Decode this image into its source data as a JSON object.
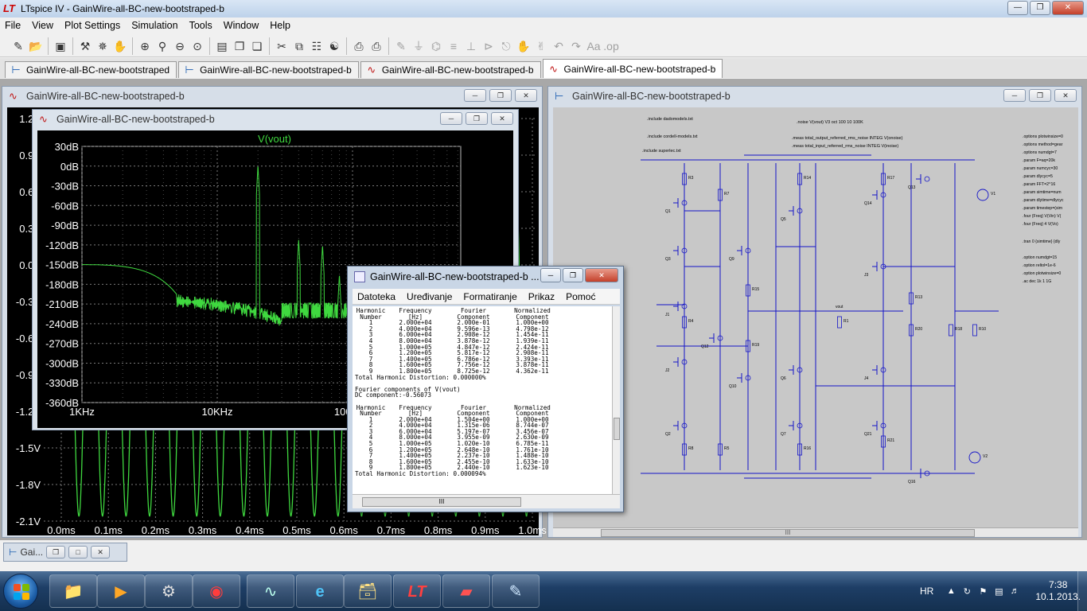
{
  "window": {
    "title": "LTspice IV - GainWire-all-BC-new-bootstraped-b",
    "minimize": "—",
    "maximize": "❐",
    "close": "✕"
  },
  "menu": [
    "File",
    "View",
    "Plot Settings",
    "Simulation",
    "Tools",
    "Window",
    "Help"
  ],
  "toolbar_icons": [
    "new-schematic-icon",
    "open-icon",
    "save-icon",
    "control-panel-icon",
    "run-icon",
    "halt-icon",
    "zoom-in-icon",
    "zoom-pan-icon",
    "zoom-out-icon",
    "zoom-fit-icon",
    "tile-h-icon",
    "cascade-icon",
    "close-all-icon",
    "cut-icon",
    "copy-icon",
    "find-icon",
    "binoculars-icon",
    "print-setup-icon",
    "print-icon",
    "wire-icon",
    "ground-icon",
    "label-icon",
    "resistor-icon",
    "capacitor-icon",
    "diode-icon",
    "component-icon",
    "move-icon",
    "drag-icon",
    "undo-icon",
    "redo-icon",
    "text-icon",
    "spice-directive-icon"
  ],
  "doc_tabs": [
    {
      "label": "GainWire-all-BC-new-bootstraped",
      "type": "schematic"
    },
    {
      "label": "GainWire-all-BC-new-bootstraped-b",
      "type": "schematic"
    },
    {
      "label": "GainWire-all-BC-new-bootstraped-b",
      "type": "plot"
    },
    {
      "label": "GainWire-all-BC-new-bootstraped-b",
      "type": "plot"
    }
  ],
  "left_plot": {
    "title": "GainWire-all-BC-new-bootstraped-b",
    "y_ticks": [
      "1.2V",
      "0.9V",
      "0.6V",
      "0.3V",
      "0.0V",
      "-0.3V",
      "-0.6V",
      "-0.9V",
      "-1.2V",
      "-1.5V",
      "-1.8V",
      "-2.1V"
    ],
    "x_ticks": [
      "0.0ms",
      "0.1ms",
      "0.2ms",
      "0.3ms",
      "0.4ms",
      "0.5ms",
      "0.6ms",
      "0.7ms",
      "0.8ms",
      "0.9ms",
      "1.0ms"
    ]
  },
  "fft_plot": {
    "title": "GainWire-all-BC-new-bootstraped-b",
    "trace": "V(vout)",
    "y_ticks": [
      "30dB",
      "0dB",
      "-30dB",
      "-60dB",
      "-90dB",
      "-120dB",
      "-150dB",
      "-180dB",
      "-210dB",
      "-240dB",
      "-270dB",
      "-300dB",
      "-330dB",
      "-360dB"
    ],
    "x_ticks": [
      "1KHz",
      "10KHz",
      "100KHz"
    ]
  },
  "schematic": {
    "title": "GainWire-all-BC-new-bootstraped-b",
    "directives": [
      ".include dadomodels.txt",
      ".include cordell-models.txt",
      ".include superlec.txt",
      ".noise V(vout) V3 oct 100 10 100K",
      ".meas total_output_referred_rms_noise INTEG V(onoise)",
      ".meas total_input_referred_rms_noise INTEG V(inoise)"
    ],
    "options": [
      ".options plotwinsize=0",
      ".options method=gear",
      ".options numdgt=7",
      ".param F=aq=20k",
      ".param numcyc=30",
      ".param dlycyc=5",
      ".param FFT=2^16",
      ".param simtime=num",
      ".param dlytime=dlycyc",
      ".param timestep=(sim",
      ".four {Freq} V(Vin) V(",
      ".four {Freq} 4 V(Vo)",
      ".tran 0 {simtime} {dly",
      ".option numdgt=15",
      ".option reltol=1e-6",
      ".option plotwinsize=0",
      ".ac dec 1k 1 1G"
    ]
  },
  "fourier": {
    "title": "GainWire-all-BC-new-bootstraped-b ...",
    "menu": [
      "Datoteka",
      "Uređivanje",
      "Formatiranje",
      "Prikaz",
      "Pomoć"
    ],
    "header1": [
      "Harmonic",
      "Frequency",
      "Fourier",
      "Normalized"
    ],
    "header2": [
      "Number",
      "[Hz]",
      "Component",
      "Component"
    ],
    "table1": [
      [
        "1",
        "2.000e+04",
        "2.000e-01",
        "1.000e+00"
      ],
      [
        "2",
        "4.000e+04",
        "9.596e-13",
        "4.798e-12"
      ],
      [
        "3",
        "6.000e+04",
        "2.908e-12",
        "1.454e-11"
      ],
      [
        "4",
        "8.000e+04",
        "3.878e-12",
        "1.939e-11"
      ],
      [
        "5",
        "1.000e+05",
        "4.847e-12",
        "2.424e-11"
      ],
      [
        "6",
        "1.200e+05",
        "5.817e-12",
        "2.908e-11"
      ],
      [
        "7",
        "1.400e+05",
        "6.786e-12",
        "3.393e-11"
      ],
      [
        "8",
        "1.600e+05",
        "7.756e-12",
        "3.878e-11"
      ],
      [
        "9",
        "1.800e+05",
        "8.725e-12",
        "4.362e-11"
      ]
    ],
    "thd1": "Total Harmonic Distortion: 0.000000%",
    "components_title": "Fourier components of V(vout)",
    "dc_component": "DC component:-0.56073",
    "table2": [
      [
        "1",
        "2.000e+04",
        "1.504e+00",
        "1.000e+00"
      ],
      [
        "2",
        "4.000e+04",
        "1.315e-06",
        "8.744e-07"
      ],
      [
        "3",
        "6.000e+04",
        "5.197e-07",
        "3.456e-07"
      ],
      [
        "4",
        "8.000e+04",
        "3.955e-09",
        "2.630e-09"
      ],
      [
        "5",
        "1.000e+05",
        "1.020e-10",
        "6.785e-11"
      ],
      [
        "6",
        "1.200e+05",
        "2.648e-10",
        "1.761e-10"
      ],
      [
        "7",
        "1.400e+05",
        "2.237e-10",
        "1.488e-10"
      ],
      [
        "8",
        "1.600e+05",
        "2.455e-10",
        "1.633e-10"
      ],
      [
        "9",
        "1.800e+05",
        "2.440e-10",
        "1.623e-10"
      ]
    ],
    "thd2": "Total Harmonic Distortion: 0.000094%",
    "scroll_grip": "III"
  },
  "minimized": {
    "label": "Gai..."
  },
  "taskbar": {
    "apps": [
      "explorer",
      "media-player",
      "joystick",
      "browser-red",
      "scope",
      "internet-explorer",
      "folder-window",
      "ltspice",
      "pdf",
      "notepad"
    ],
    "lang": "HR",
    "time": "7:38",
    "date": "10.1.2013."
  },
  "colors": {
    "trace": "#3fd83f",
    "grid": "#7a7a7a",
    "wire": "#1414c8",
    "axis_text": "#ffffff",
    "accent_green": "#3fd83f"
  }
}
